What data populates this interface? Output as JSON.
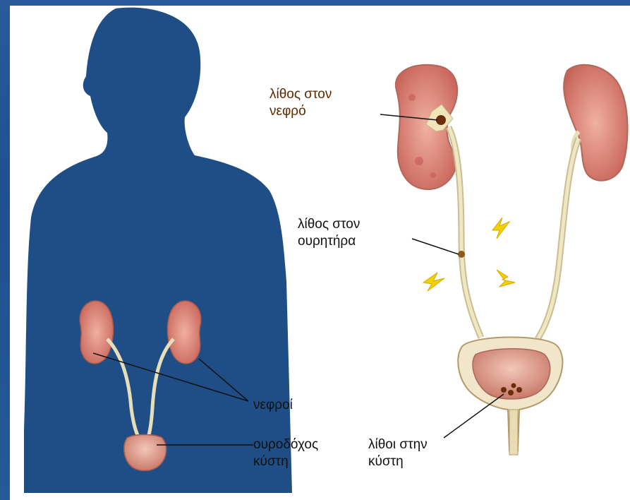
{
  "labels": {
    "kidney_stone": "λίθος στον\nνεφρό",
    "ureter_stone": "λίθος στον\nουρητήρα",
    "kidneys": "νεφροί",
    "bladder": "ουροδόχος\nκύστη",
    "bladder_stones": "λίθοι στην\nκύστη"
  },
  "colors": {
    "background": "#2a5a9a",
    "silhouette": "#1f4e86",
    "kidney": "#d97a6a",
    "ureter": "#d8cfa8",
    "pain_spark": "#f5d000"
  }
}
